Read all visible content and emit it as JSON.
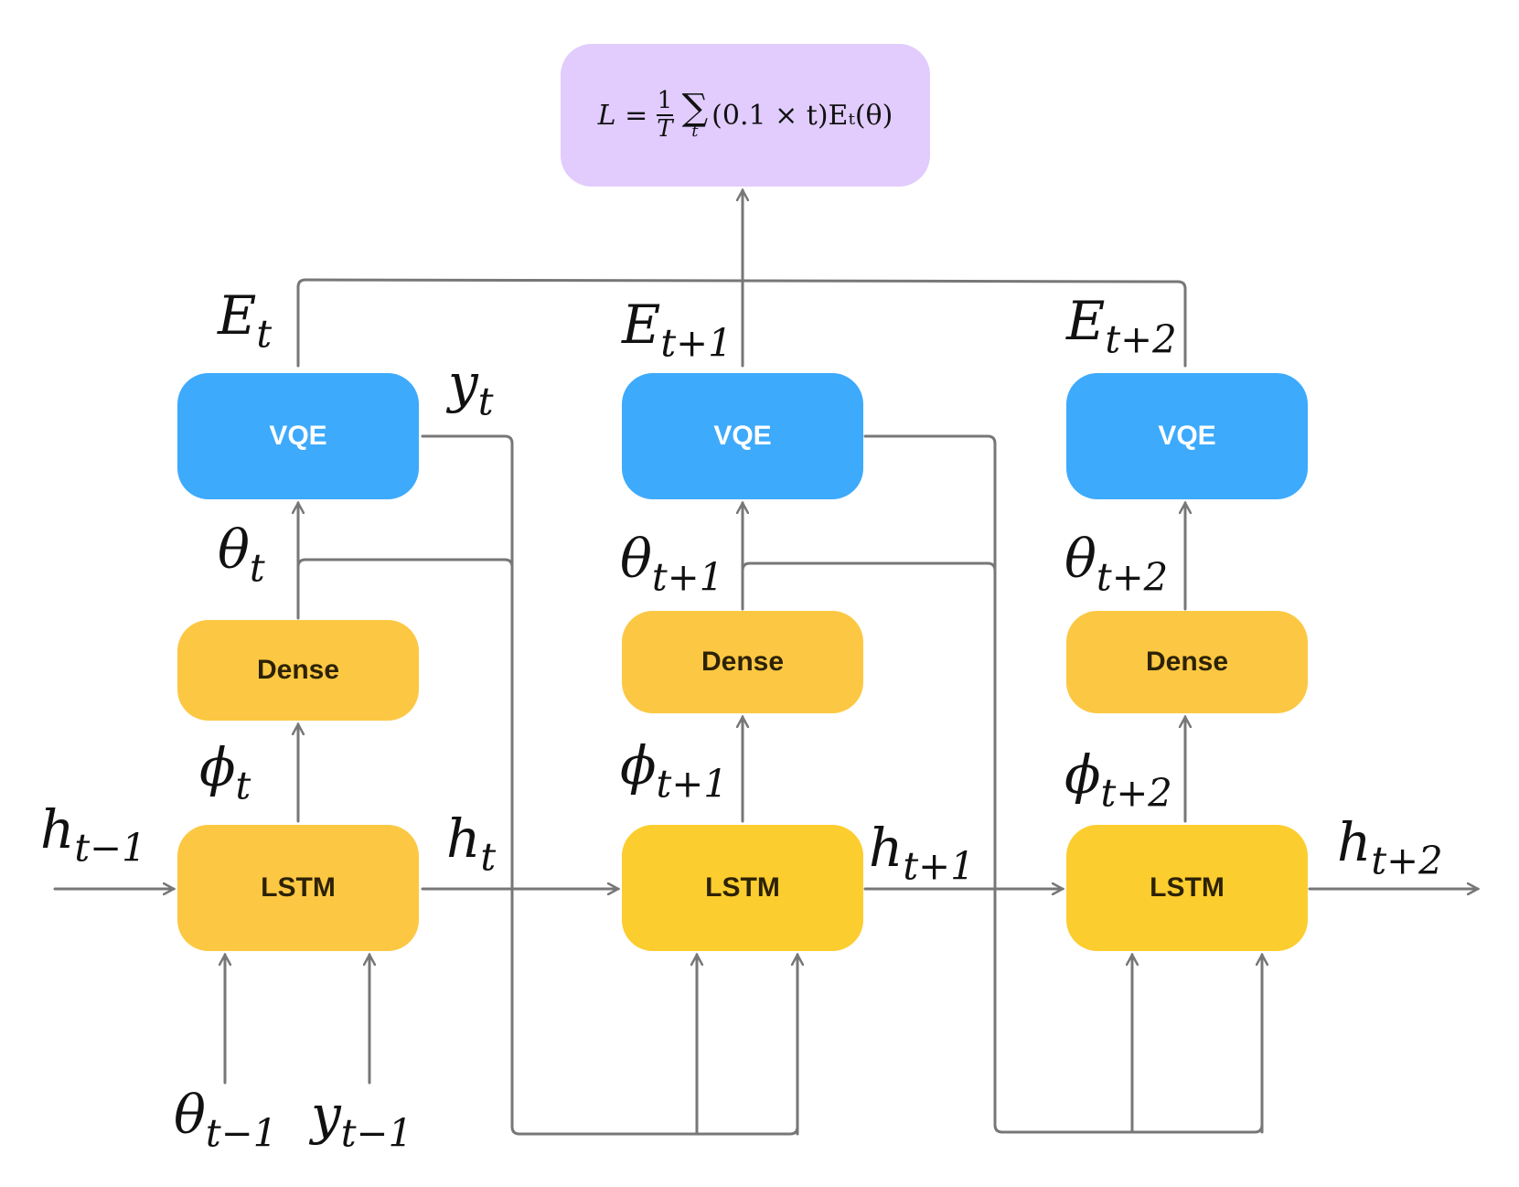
{
  "loss_formula": {
    "lhs": "L =",
    "frac_num": "1",
    "frac_den": "T",
    "sum_symbol": "∑",
    "sum_index": "t",
    "rhs": "(0.1 × t)Eₜ(θ)"
  },
  "blocks": {
    "vqe_label": "VQE",
    "dense_label": "Dense",
    "lstm_label": "LSTM"
  },
  "labels": {
    "E": [
      "E",
      "E",
      "E"
    ],
    "E_sub": [
      "t",
      "t+1",
      "t+2"
    ],
    "y_t": {
      "main": "y",
      "sub": "t"
    },
    "theta": [
      "θ",
      "θ",
      "θ"
    ],
    "theta_sub": [
      "t",
      "t+1",
      "t+2"
    ],
    "phi": [
      "ϕ",
      "ϕ",
      "ϕ"
    ],
    "phi_sub": [
      "t",
      "t+1",
      "t+2"
    ],
    "h_in": {
      "main": "h",
      "sub": "t−1"
    },
    "h": [
      "h",
      "h",
      "h"
    ],
    "h_sub": [
      "t",
      "t+1",
      "t+2"
    ],
    "theta_prev": {
      "main": "θ",
      "sub": "t−1"
    },
    "y_prev": {
      "main": "y",
      "sub": "t−1"
    }
  },
  "colors": {
    "vqe": "#3daafc",
    "dense": "#fcc843",
    "lstm": "#fcc843",
    "loss": "#e1ccfd",
    "line": "#777777"
  }
}
